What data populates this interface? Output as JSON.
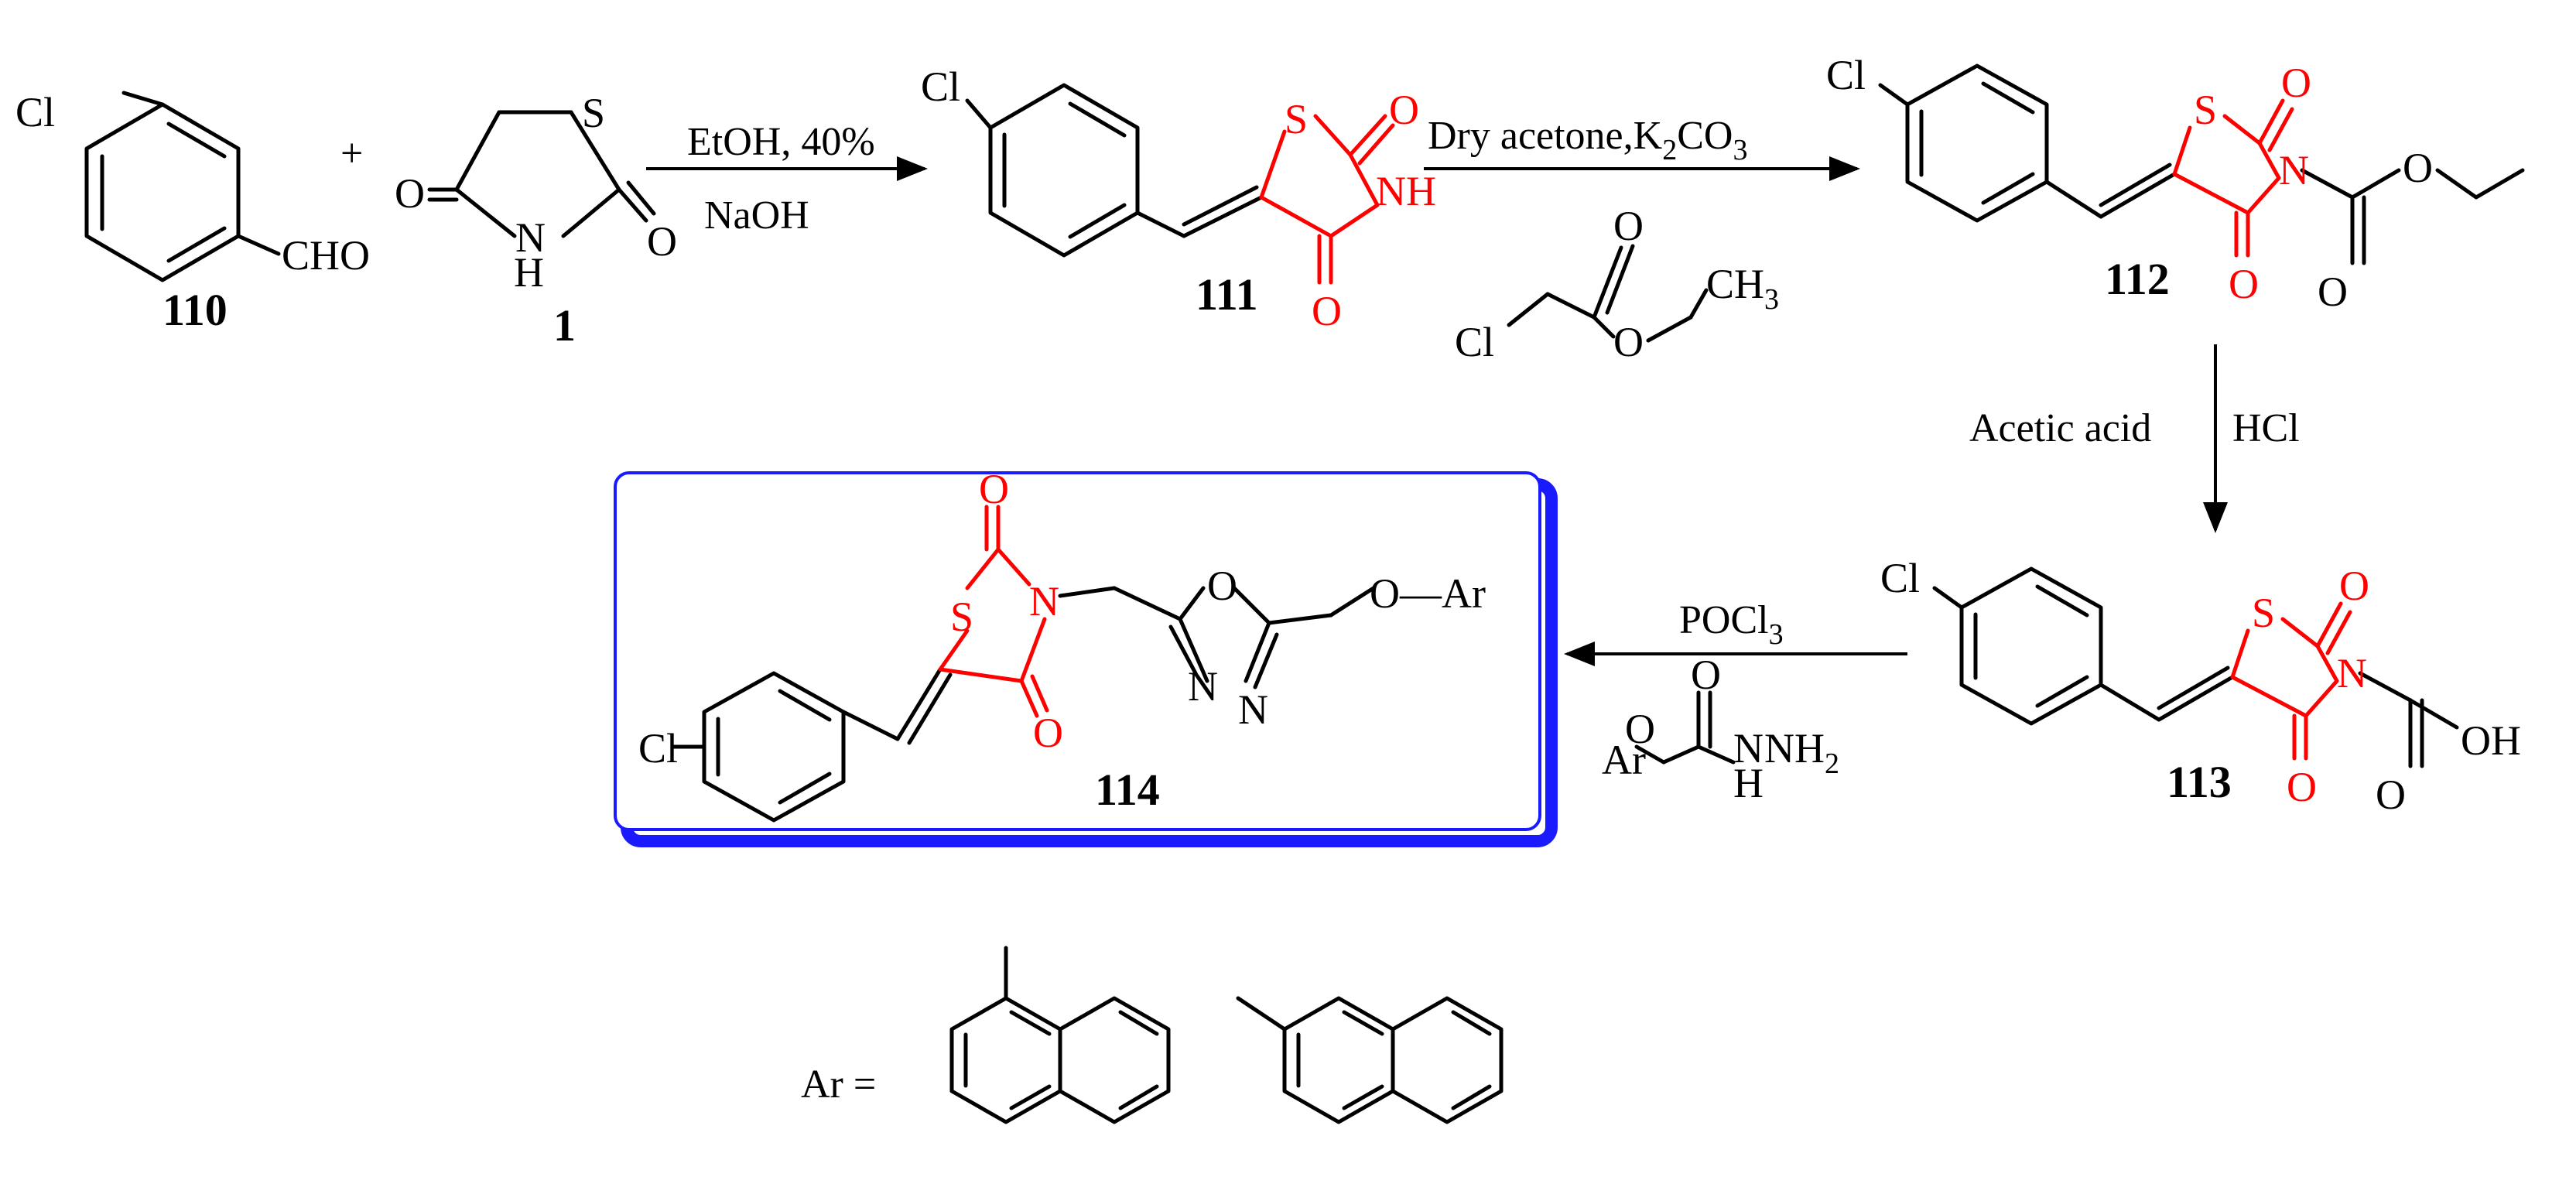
{
  "colors": {
    "bond": "#000000",
    "tzd_ring": "#ff0000",
    "highlight_box": "#1a1aff"
  },
  "compounds": {
    "c110": "110",
    "c1": "1",
    "c111": "111",
    "c112": "112",
    "c113": "113",
    "c114": "114"
  },
  "atoms": {
    "cl": "Cl",
    "cho": "CHO",
    "o": "O",
    "s": "S",
    "n": "N",
    "h": "H",
    "nh": "NH",
    "oh": "OH",
    "ch": "CH",
    "three": "3",
    "o_ar": "O—Ar",
    "ar": "Ar",
    "nh2": "NH",
    "two": "2"
  },
  "conditions": {
    "plus": "+",
    "step1_top": "EtOH, 40%",
    "step1_bottom": "NaOH",
    "step2_top": "Dry acetone,K",
    "step2_sub1": "2",
    "step2_co": "CO",
    "step2_sub2": "3",
    "step3_left": "Acetic acid",
    "step3_right": "HCl",
    "step4_top": "POCl",
    "step4_sub": "3"
  },
  "legend": {
    "ar_equals": "Ar ="
  }
}
